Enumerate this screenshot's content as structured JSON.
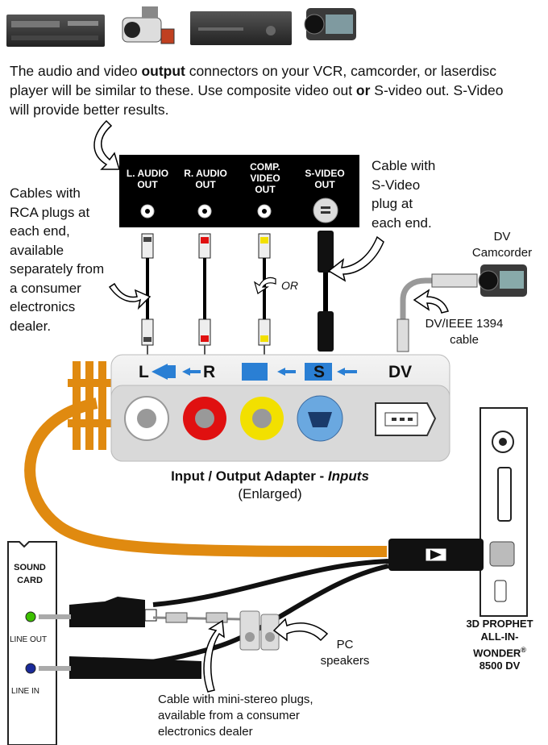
{
  "intro": {
    "p1": "The audio and video ",
    "p1_bold": "output",
    "p2": " connectors  on your VCR, camcorder, or laserdisc player will be similar to these.  Use composite video out ",
    "p2_bold": "or",
    "p3": " S-video out.  S-Video will provide better results."
  },
  "panel": {
    "l_audio": [
      "L. AUDIO",
      "OUT"
    ],
    "r_audio": [
      "R. AUDIO",
      "OUT"
    ],
    "comp_video": [
      "COMP.",
      "VIDEO",
      "OUT"
    ],
    "s_video": [
      "S-VIDEO",
      "OUT"
    ]
  },
  "notes": {
    "rca_cables": [
      "Cables with",
      "RCA plugs at",
      "each end,",
      "available",
      "separately from",
      "a consumer",
      "electronics",
      "dealer."
    ],
    "svideo_cable": [
      "Cable with",
      "S-Video",
      "plug at",
      "each end."
    ],
    "or": "OR",
    "dv_camcorder": [
      "DV",
      "Camcorder"
    ],
    "dv_cable": [
      "DV/IEEE 1394",
      "cable"
    ],
    "pc_speakers": [
      "PC",
      "speakers"
    ],
    "mini_cable": [
      "Cable with mini-stereo plugs,",
      "available from a consumer",
      "electronics dealer"
    ]
  },
  "adapter": {
    "L": "L",
    "R": "R",
    "S": "S",
    "DV": "DV",
    "title_bold": "Input / Output Adapter - ",
    "title_italic": "Inputs",
    "subtitle": "(Enlarged)"
  },
  "sound_card": {
    "title": [
      "SOUND",
      "CARD"
    ],
    "line_out": "LINE OUT",
    "line_in": "LINE IN"
  },
  "graphics_card": {
    "name": [
      "3D PROPHET",
      "ALL-IN-",
      "WONDER",
      "8500 DV"
    ],
    "reg": "®"
  },
  "colors": {
    "orange_cable": "#e08a10",
    "blue_arrow": "#2a7fd4",
    "rca_red": "#e01010",
    "rca_yellow": "#f2e000",
    "svideo_blue": "#6aa8e0"
  }
}
